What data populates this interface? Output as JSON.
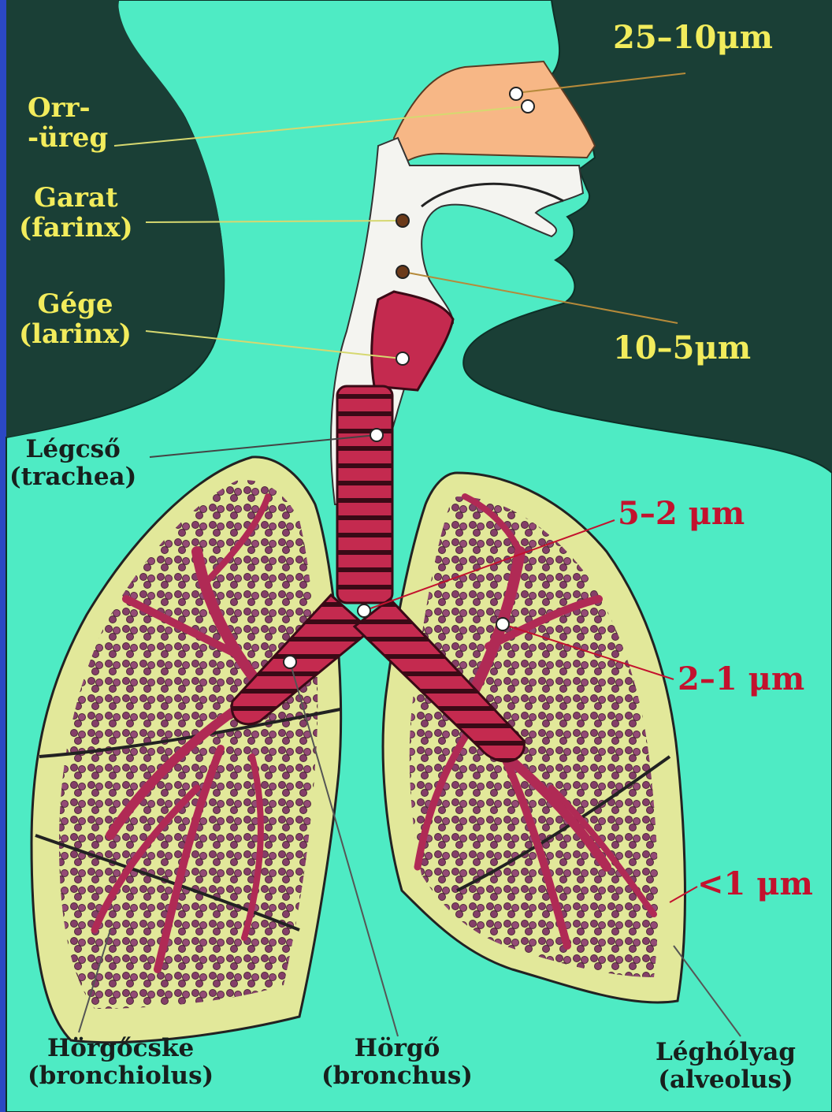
{
  "colors": {
    "background_dark": "#1a3f36",
    "body": "#4eebc4",
    "nasal_cavity": "#f7b786",
    "airway": "#c42a4f",
    "lung_fill": "#e2e89a",
    "alveoli": "#7a2c62",
    "label_yellow": "#f2ec5c",
    "label_red": "#c3122e",
    "label_dark": "#17201d"
  },
  "anatomy_labels": {
    "nasal_cavity": {
      "line1": "Orr-",
      "line2": "-üreg"
    },
    "pharynx": {
      "line1": "Garat",
      "line2": "(farinx)"
    },
    "larynx": {
      "line1": "Gége",
      "line2": "(larinx)"
    },
    "trachea": {
      "line1": "Légcső",
      "line2": "(trachea)"
    },
    "bronchiole": {
      "line1": "Hörgőcske",
      "line2": "(bronchiolus)"
    },
    "bronchus": {
      "line1": "Hörgő",
      "line2": "(bronchus)"
    },
    "alveolus": {
      "line1": "Léghólyag",
      "line2": "(alveolus)"
    }
  },
  "particle_sizes": {
    "nasal": "25–10μm",
    "pharynx_larynx": "10–5μm",
    "trachea_bronchi": "5–2 μm",
    "bronchioles": "2–1 μm",
    "alveoli": "<1 μm"
  }
}
